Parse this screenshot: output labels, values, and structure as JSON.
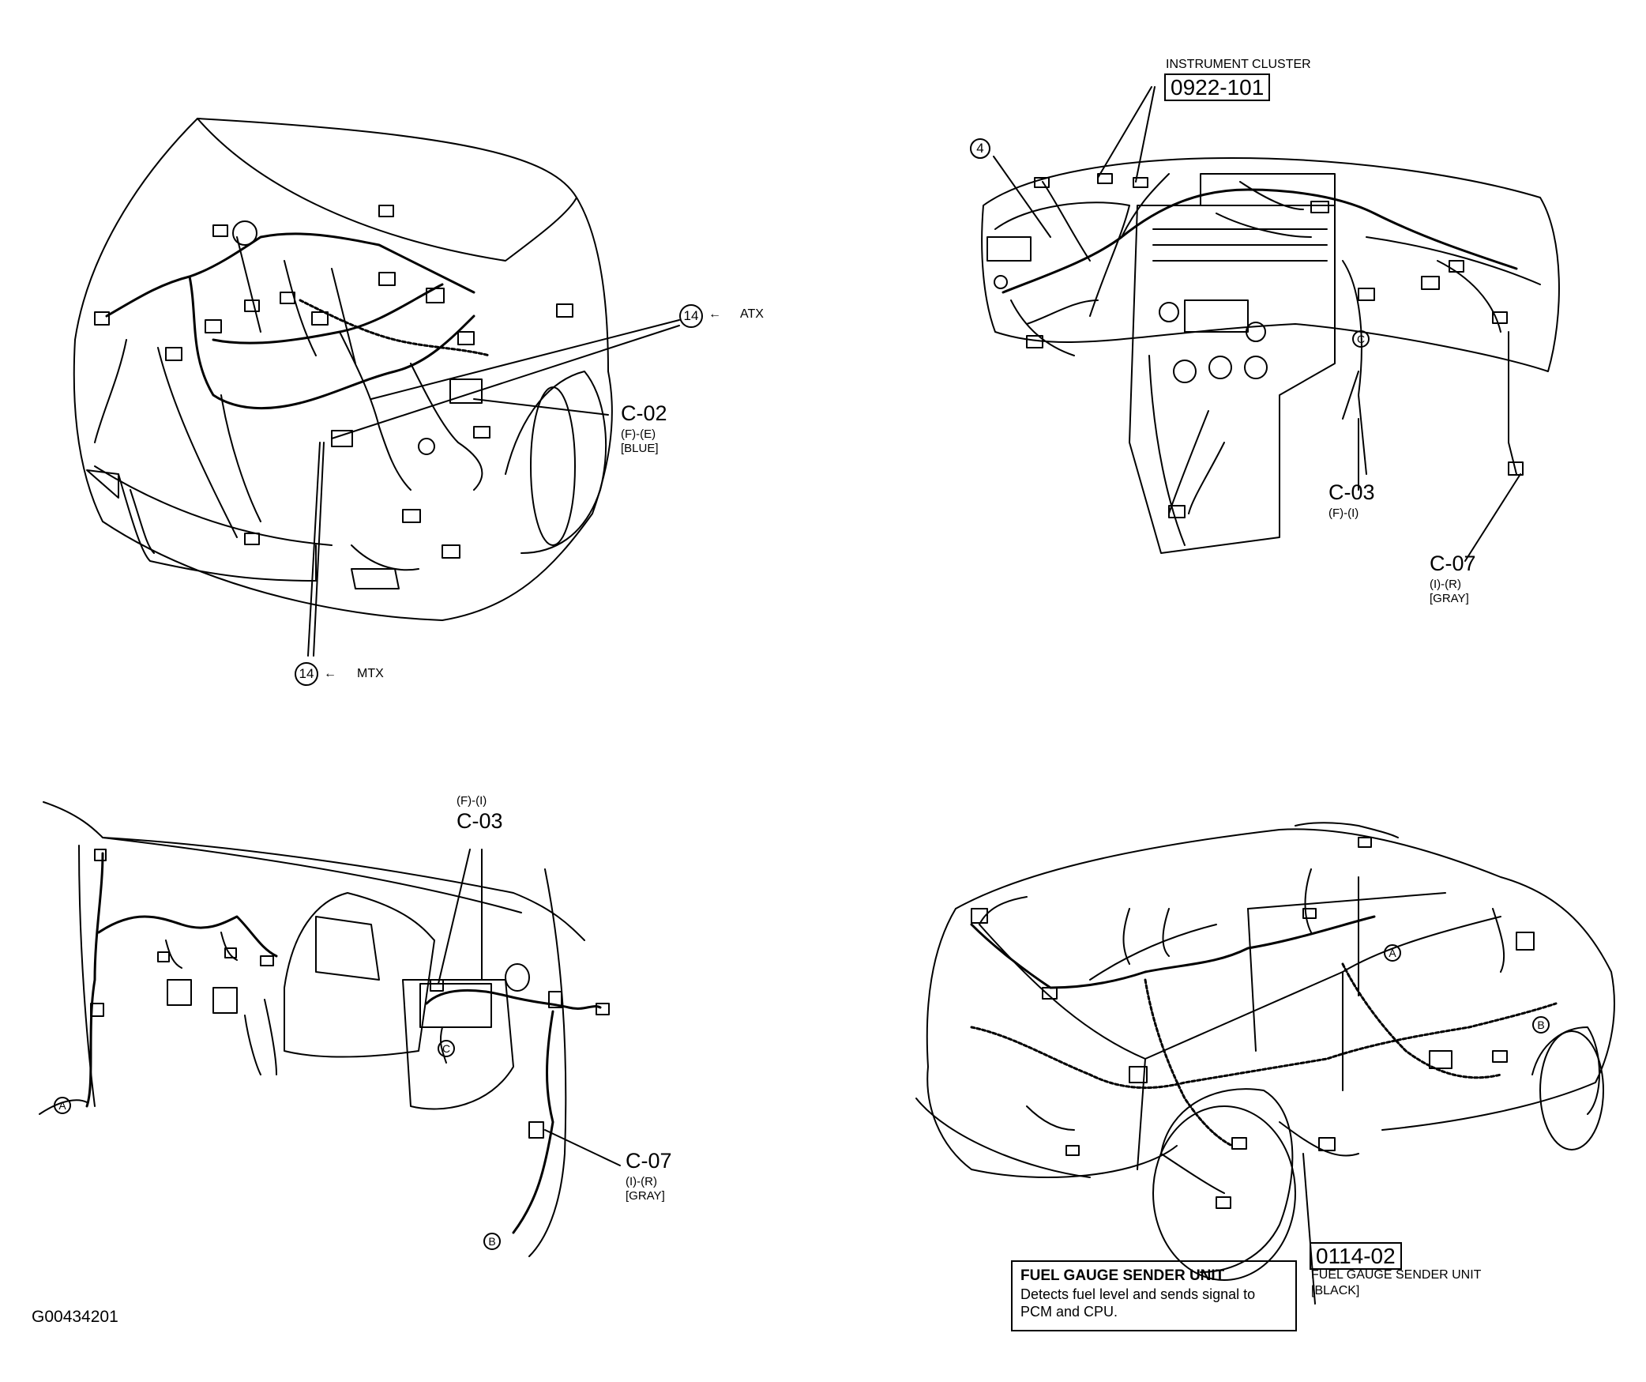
{
  "figure_id": "G00434201",
  "engine_view": {
    "callouts": [
      {
        "number": "14",
        "arrow": "←",
        "text": "ATX"
      },
      {
        "number": "14",
        "arrow": "←",
        "text": "MTX"
      }
    ],
    "connector_c02": {
      "code": "C-02",
      "mates": "(F)-(E)",
      "color": "[BLUE]"
    }
  },
  "dash_view": {
    "cluster_title": "INSTRUMENT CLUSTER",
    "cluster_part": "0922-101",
    "callout_4": "4",
    "connector_c03": {
      "code": "C-03",
      "mates": "(F)-(I)"
    },
    "connector_c07": {
      "code": "C-07",
      "mates": "(I)-(R)",
      "color": "[GRAY]"
    },
    "marker_c": "C"
  },
  "cabin_view": {
    "connector_c03": {
      "code": "C-03",
      "mates": "(F)-(I)"
    },
    "connector_c07": {
      "code": "C-07",
      "mates": "(I)-(R)",
      "color": "[GRAY]"
    },
    "marker_a": "A",
    "marker_b": "B",
    "marker_c": "C"
  },
  "body_view": {
    "marker_a": "A",
    "marker_b": "B",
    "sender_part": "0114-02",
    "sender_label": "FUEL GAUGE SENDER UNIT",
    "sender_color": "[BLACK]",
    "info_title": "FUEL GAUGE SENDER UNIT",
    "info_text": "Detects fuel level and sends signal to PCM and CPU."
  }
}
